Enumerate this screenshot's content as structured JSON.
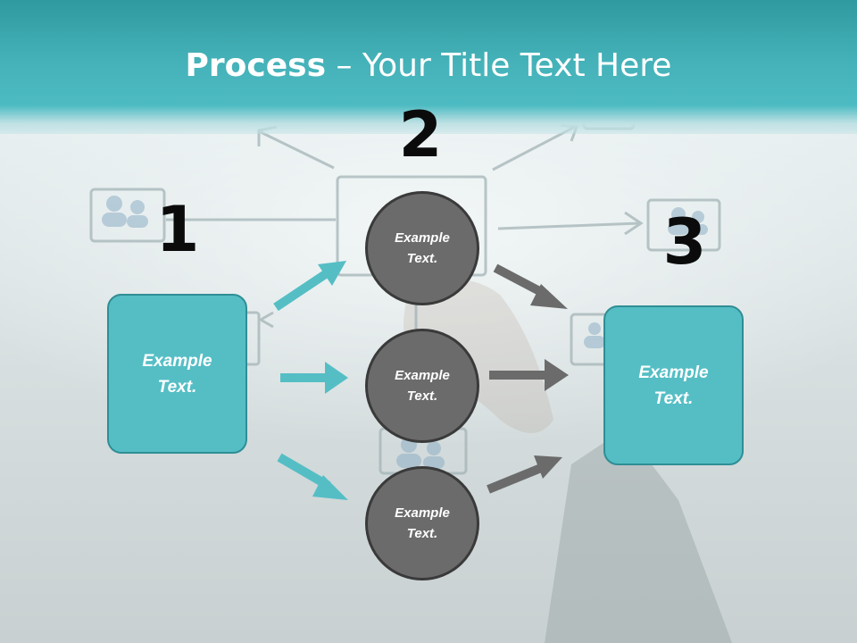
{
  "title": {
    "bold": "Process",
    "rest": " – Your Title Text Here"
  },
  "steps": {
    "one": "1",
    "two": "2",
    "three": "3"
  },
  "left_box": {
    "text": "Example\nText."
  },
  "right_box": {
    "text": "Example\nText."
  },
  "circles": [
    {
      "text": "Example\nText."
    },
    {
      "text": "Example\nText."
    },
    {
      "text": "Example\nText."
    }
  ],
  "colors": {
    "teal": "#55bec5",
    "teal_border": "#2f8e95",
    "grey": "#6b6b6b",
    "header": "#45b2b9"
  }
}
